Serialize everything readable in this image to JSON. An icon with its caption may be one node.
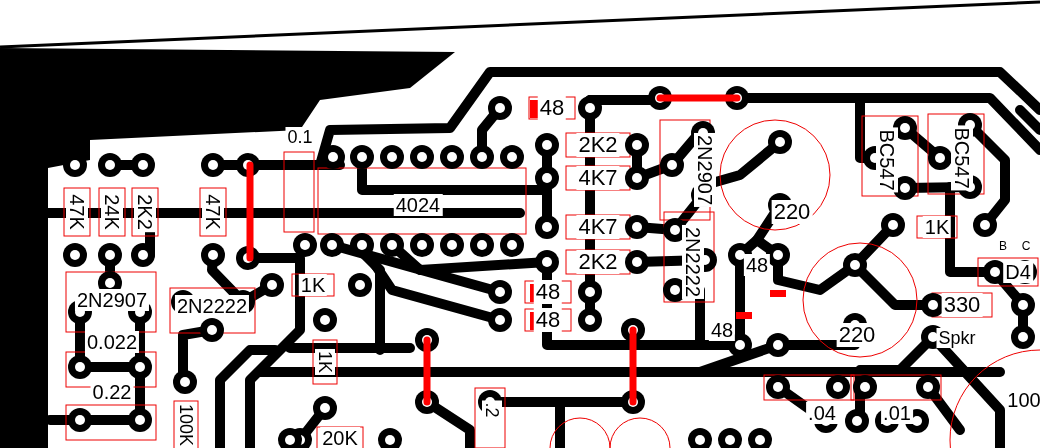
{
  "diagram": {
    "labels": [
      "48",
      "0.1",
      "2K2",
      "BC547",
      "BC547",
      "4K7",
      "2N2907",
      "47K",
      "24K",
      "2K2",
      "47K",
      "4024",
      "220",
      "4K7",
      "1K",
      "B",
      "C",
      "2K2",
      "2N2222",
      "48",
      "D4",
      "1K",
      "48",
      "2N2907",
      "2N2222",
      "330",
      "0.022",
      "48",
      "48",
      "220",
      "Spkr",
      "1K",
      "0.22",
      "100",
      ".2",
      ".04",
      ".01",
      "100K",
      "20K"
    ]
  }
}
